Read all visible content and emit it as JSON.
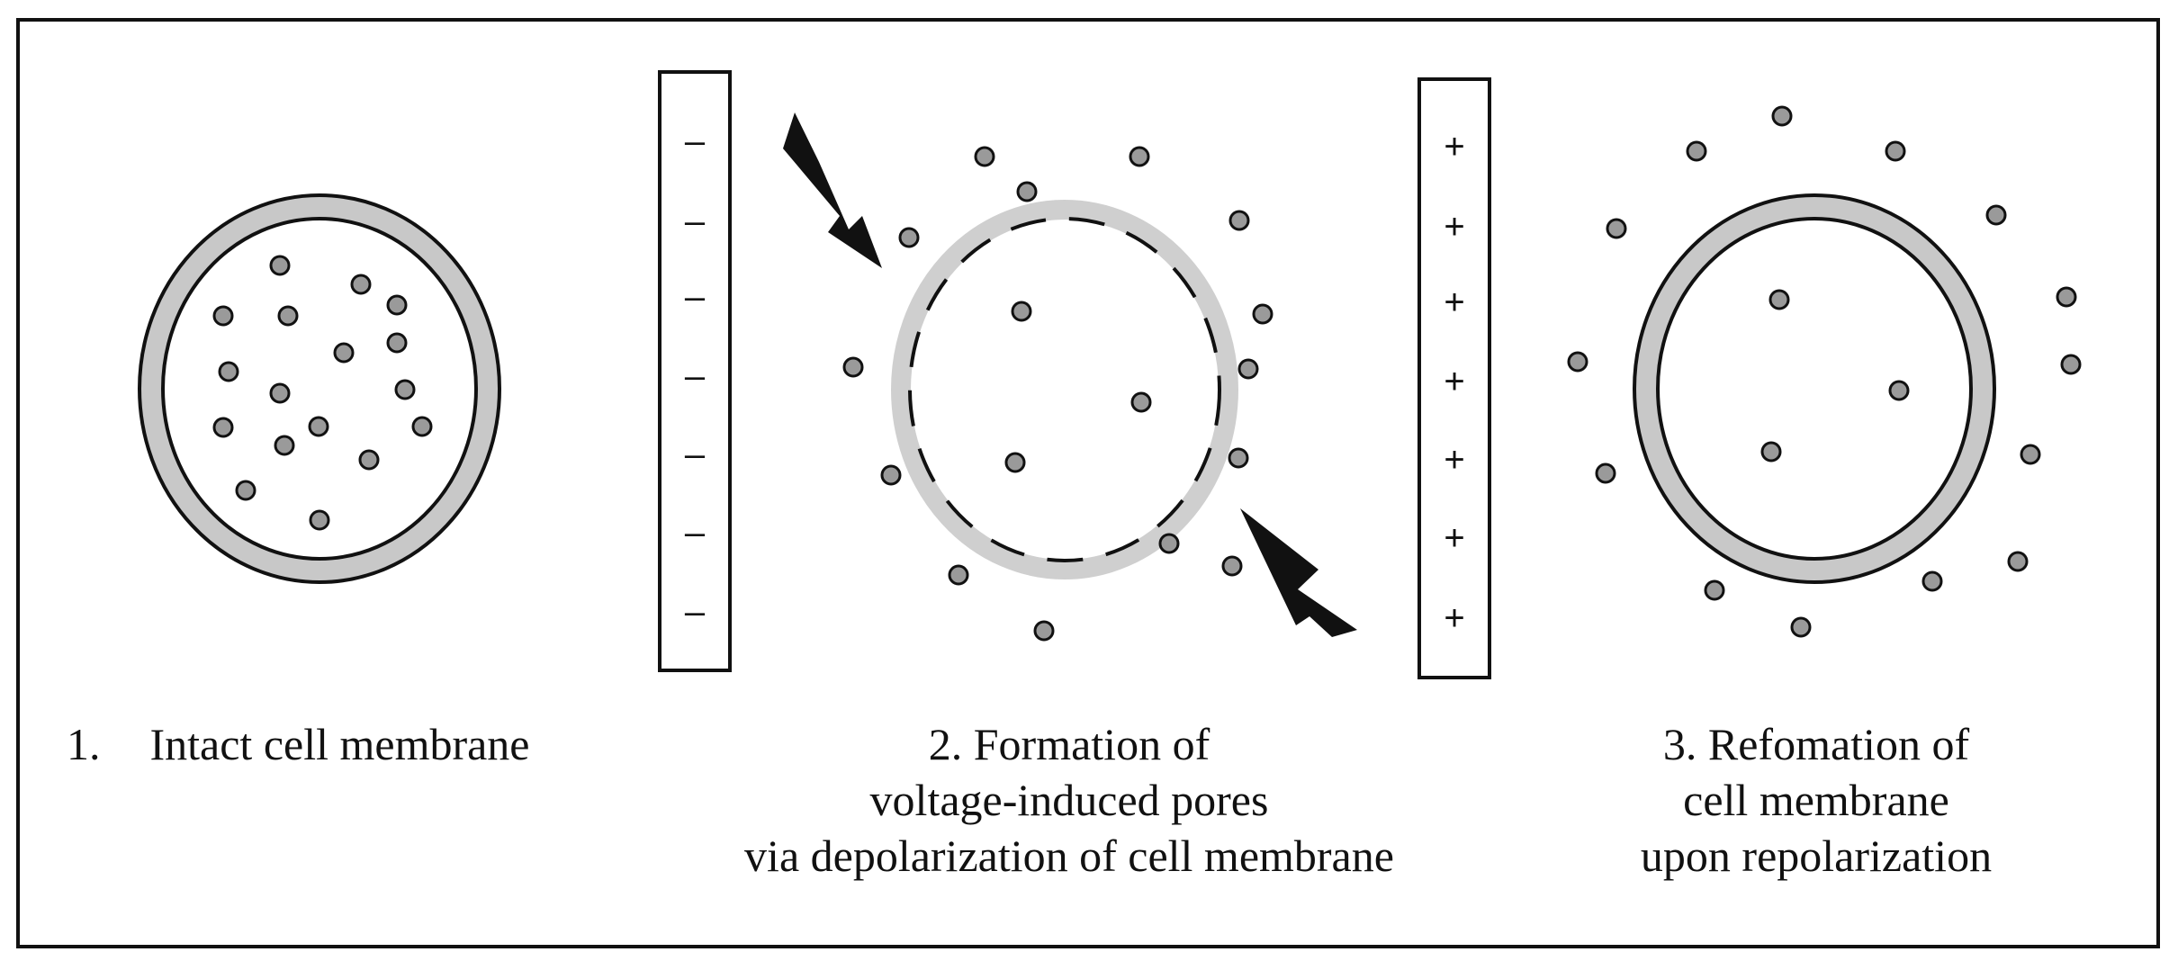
{
  "panels": [
    {
      "caption_number": "1.",
      "caption_lines": [
        "Intact cell membrane"
      ]
    },
    {
      "caption_lines": [
        "2. Formation of",
        "voltage-induced pores",
        "via depolarization of cell membrane"
      ]
    },
    {
      "caption_lines": [
        "3. Refomation of",
        "cell membrane",
        "upon repolarization"
      ]
    }
  ],
  "electrodes": [
    {
      "sign": "–"
    },
    {
      "sign": "+"
    }
  ],
  "colors": {
    "membrane_fill": "#c8c8c8",
    "membrane_broken": "#cfcfcf",
    "dot_fill": "#9a9a9a",
    "stroke": "#111111"
  }
}
